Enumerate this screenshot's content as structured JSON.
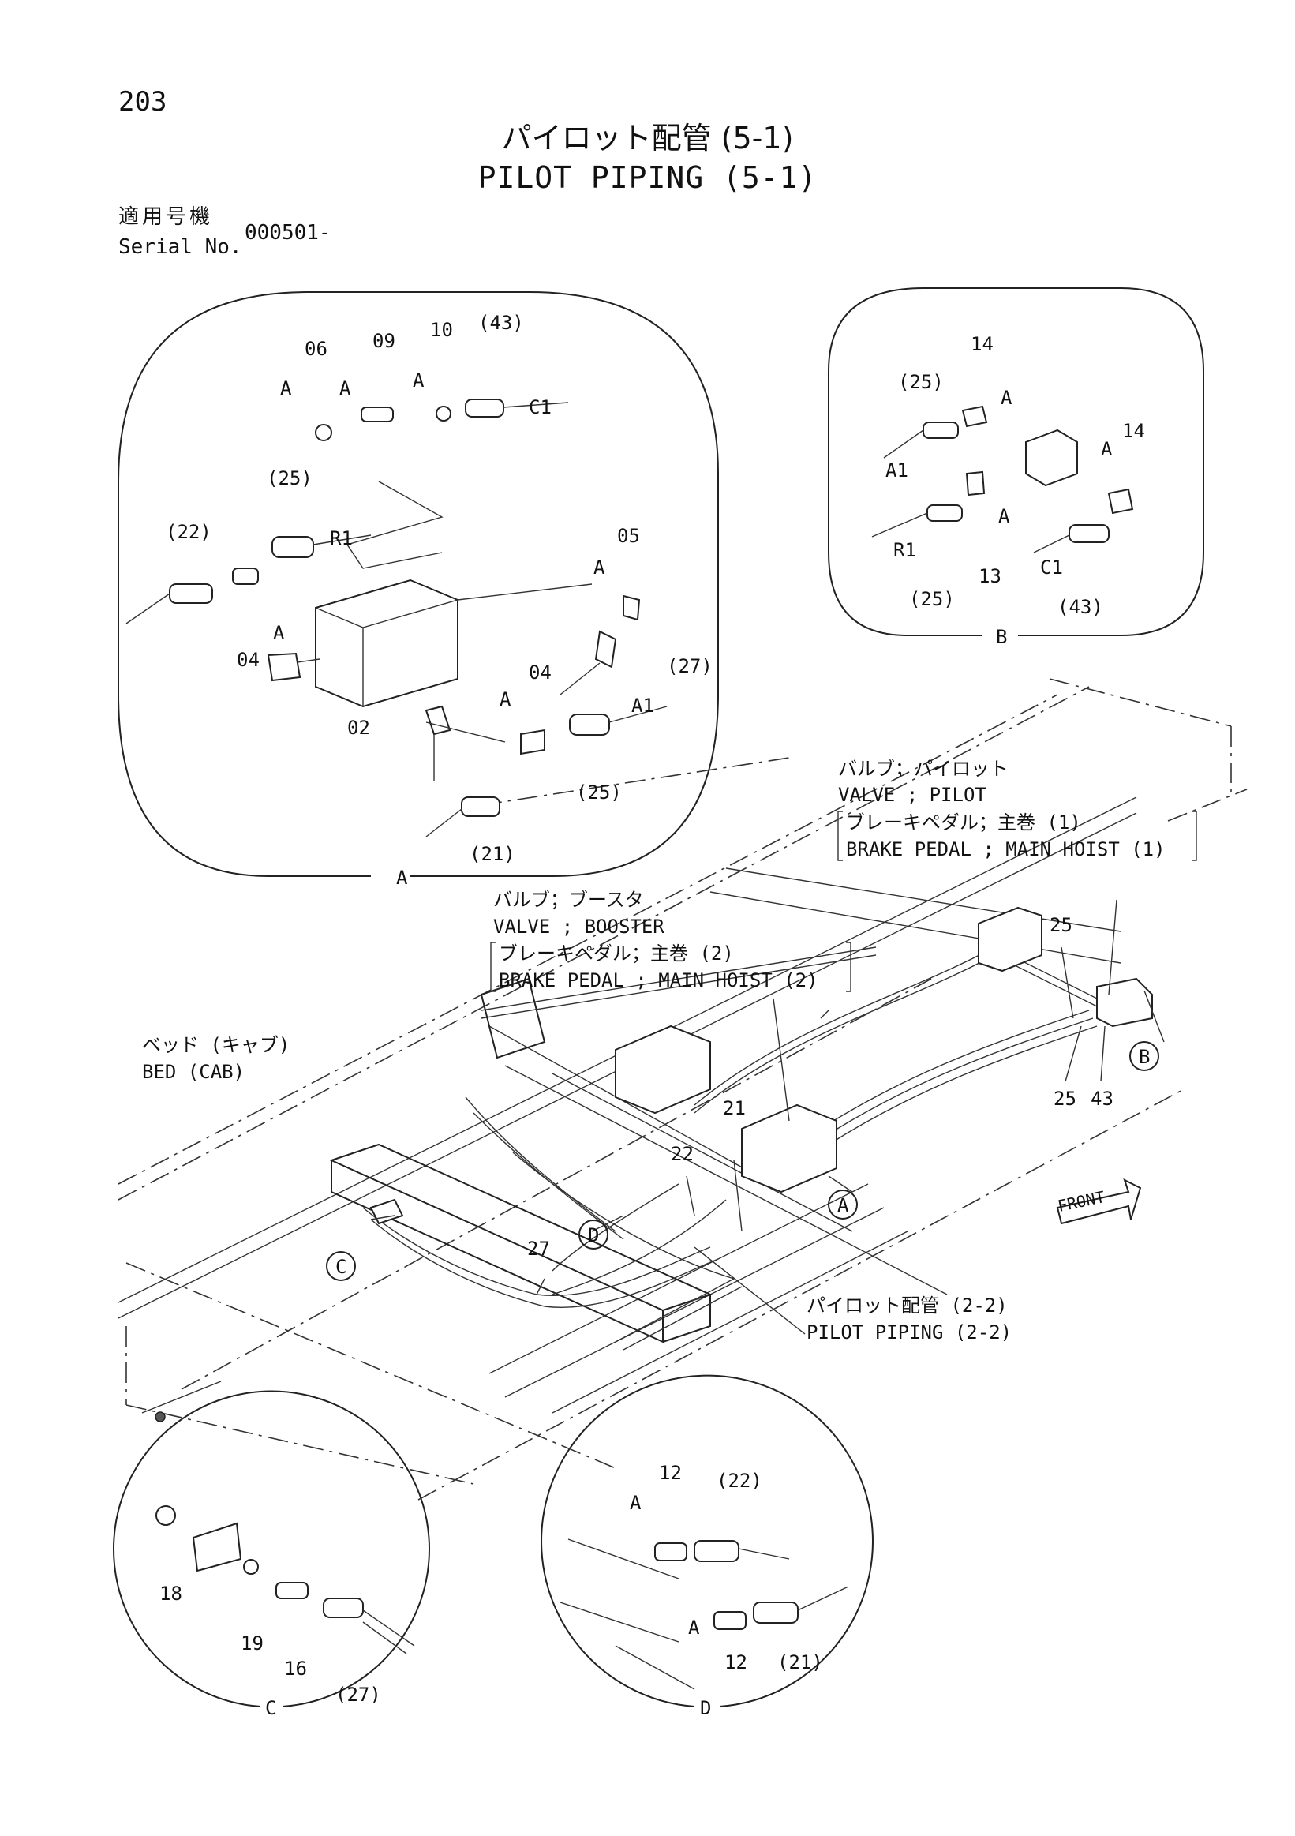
{
  "header": {
    "page_number": "203",
    "title_jp": "パイロット配管 (5-1)",
    "title_en": "PILOT PIPING (5-1)",
    "serial_label_jp": "適用号機",
    "serial_label_en": "Serial No.",
    "serial_value": "000501-"
  },
  "detail_a": {
    "label": "A",
    "callouts": [
      "06",
      "09",
      "10",
      "(43)",
      "A",
      "A",
      "A",
      "C1",
      "(25)",
      "R1",
      "(22)",
      "05",
      "A",
      "04",
      "A",
      "04",
      "A",
      "(27)",
      "02",
      "A1",
      "(25)",
      "(21)"
    ]
  },
  "detail_b": {
    "label": "B",
    "callouts": [
      "14",
      "(25)",
      "A",
      "A1",
      "14",
      "A",
      "R1",
      "A",
      "13",
      "C1",
      "(25)",
      "(43)"
    ]
  },
  "detail_c": {
    "label": "C",
    "callouts": [
      "18",
      "19",
      "16",
      "(27)"
    ]
  },
  "detail_d": {
    "label": "D",
    "callouts": [
      "12",
      "A",
      "(22)",
      "A",
      "12",
      "(21)"
    ]
  },
  "main_view": {
    "valve_pilot_jp": "バルブ；パイロット",
    "valve_pilot_en": "VALVE ; PILOT",
    "brake1_jp": "ブレーキペダル；主巻 (1)",
    "brake1_en": "BRAKE PEDAL ; MAIN HOIST (1)",
    "valve_booster_jp": "バルブ；ブースタ",
    "valve_booster_en": "VALVE ; BOOSTER",
    "brake2_jp": "ブレーキペダル；主巻 (2)",
    "brake2_en": "BRAKE PEDAL ; MAIN HOIST (2)",
    "bed_jp": "ベッド (キャブ)",
    "bed_en": "BED (CAB)",
    "pilot_piping_ref_jp": "パイロット配管 (2-2)",
    "pilot_piping_ref_en": "PILOT PIPING (2-2)",
    "front_label": "FRONT",
    "part_numbers": [
      "25",
      "25",
      "43",
      "21",
      "22",
      "27"
    ],
    "circle_refs": [
      "A",
      "B",
      "C",
      "D"
    ]
  }
}
